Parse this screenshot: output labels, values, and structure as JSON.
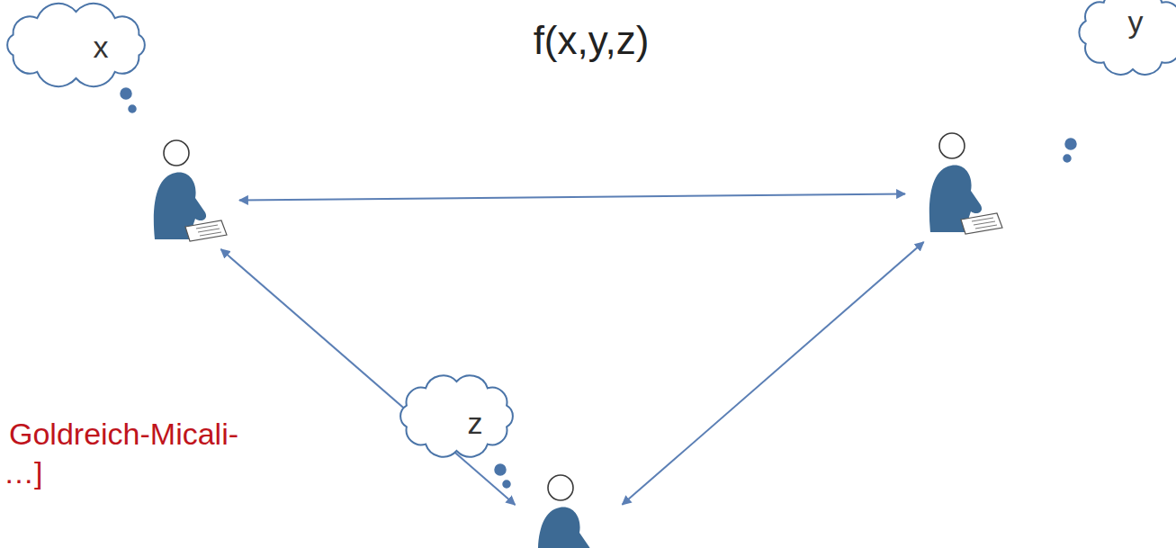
{
  "diagram": {
    "nodes": [
      {
        "text": [
          "x"
        ]
      },
      {
        "text": [
          "y"
        ]
      },
      {
        "text": [
          "z"
        ]
      }
    ],
    "edges": [
      {
        "from": 0,
        "to": 1,
        "arrow": "both"
      },
      {
        "from": 0,
        "to": 2,
        "arrow": "both"
      },
      {
        "from": 2,
        "to": 1,
        "arrow": "both"
      }
    ],
    "labels": [
      "f(x,y,z)",
      "Goldreich-Micali-",
      "…]"
    ]
  }
}
